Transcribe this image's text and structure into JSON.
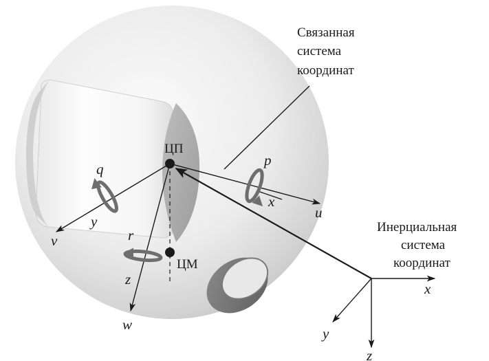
{
  "labels": {
    "body_frame_title": "Связанная система координат",
    "body_frame_lines": [
      "Связанная",
      "система",
      "координат"
    ],
    "inertial_frame_lines": [
      "Инерциальная",
      "система",
      "координат"
    ],
    "center_of_pressure": "ЦП",
    "center_of_mass": "ЦМ"
  },
  "body_axes": {
    "u": "u",
    "v": "v",
    "w": "w",
    "x": "x",
    "y": "y",
    "z": "z"
  },
  "rotations": {
    "p": "p",
    "q": "q",
    "r": "r"
  },
  "inertial_axes": {
    "x": "x",
    "y": "y",
    "z": "z"
  },
  "colors": {
    "sphere_light": "#f7f7f7",
    "sphere_mid": "#d9d9d9",
    "sphere_dark": "#a9a9a9",
    "rotation_arrow": "#6e6e6e",
    "ink": "#1a1a1a"
  }
}
